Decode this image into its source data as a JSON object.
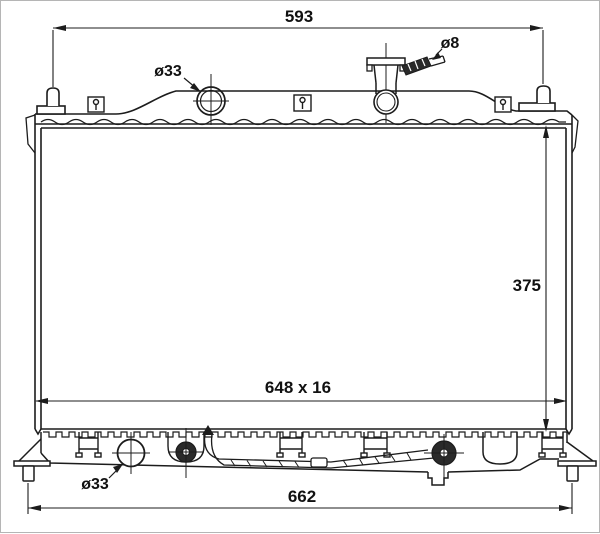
{
  "diagram": {
    "type": "technical-drawing",
    "subject": "automotive radiator front view with mounting pins, filler neck and dimension callouts",
    "background_color": "#ffffff",
    "line_color": "#1c1c1c",
    "labels": {
      "width_top": "593",
      "top_hole_diameter": "ø33",
      "overflow_pipe_diameter": "ø8",
      "height_right": "375",
      "core_size": "648 x 16",
      "bottom_hole_diameter": "ø33",
      "width_bottom": "662"
    }
  }
}
